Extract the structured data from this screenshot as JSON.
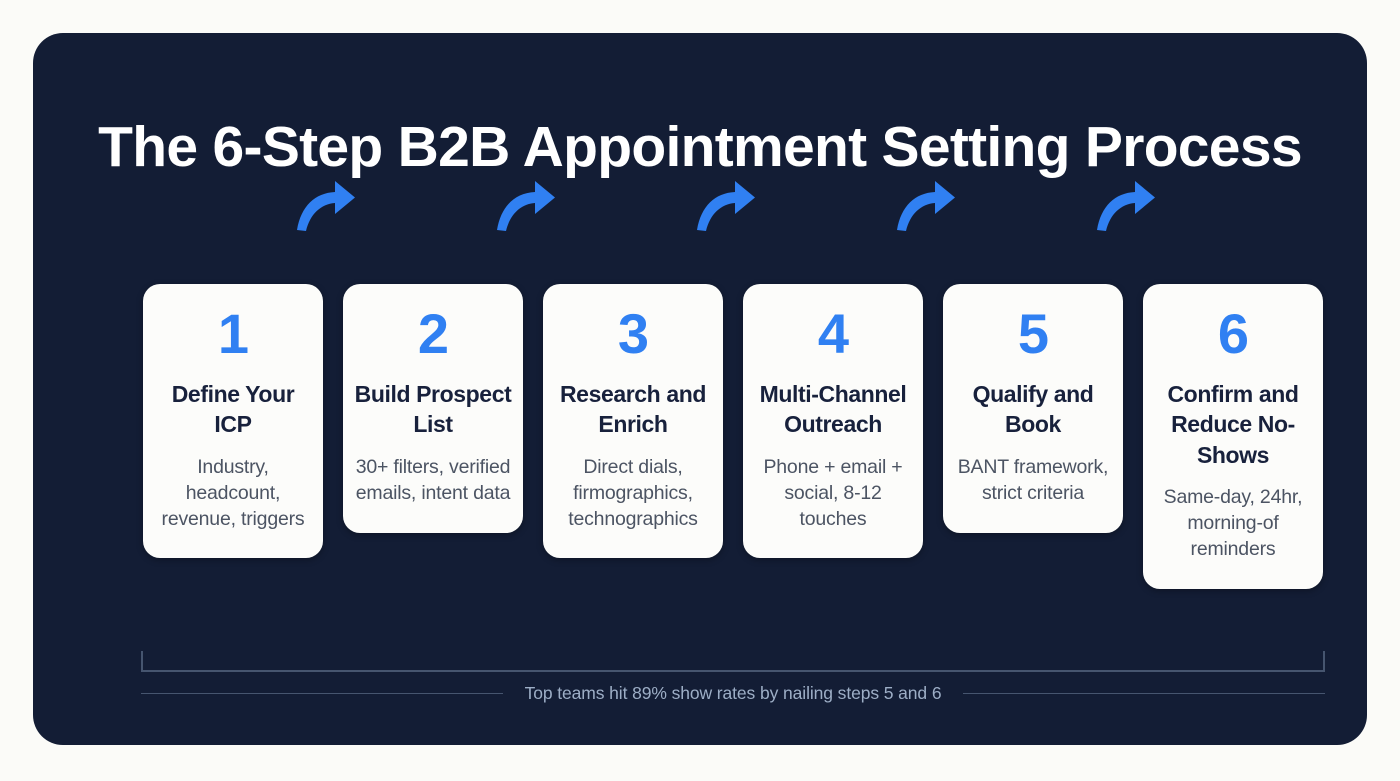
{
  "page": {
    "background_color": "#FBFBF8",
    "panel_color": "#131D35",
    "accent_color": "#3080F2",
    "card_color": "#FCFCFA",
    "heading_color": "#18213C",
    "detail_color": "#4C5463",
    "caption_color": "#9DAEC6"
  },
  "title": "The 6-Step B2B Appointment Setting Process",
  "steps": [
    {
      "number": "1",
      "heading": "Define Your ICP",
      "detail": "Industry, headcount, revenue, triggers"
    },
    {
      "number": "2",
      "heading": "Build Prospect List",
      "detail": "30+ filters, verified emails, intent data"
    },
    {
      "number": "3",
      "heading": "Research and Enrich",
      "detail": "Direct dials, firmographics, technographics"
    },
    {
      "number": "4",
      "heading": "Multi-Channel Outreach",
      "detail": "Phone + email + social, 8-12 touches"
    },
    {
      "number": "5",
      "heading": "Qualify and Book",
      "detail": "BANT framework, strict criteria"
    },
    {
      "number": "6",
      "heading": "Confirm and Reduce No-Shows",
      "detail": "Same-day, 24hr, morning-of reminders"
    }
  ],
  "connectors": [
    {
      "icon": "curved-arrow-right-icon"
    },
    {
      "icon": "curved-arrow-right-icon"
    },
    {
      "icon": "curved-arrow-right-icon"
    },
    {
      "icon": "curved-arrow-right-icon"
    },
    {
      "icon": "curved-arrow-right-icon"
    }
  ],
  "footer": {
    "caption": "Top teams hit 89% show rates by nailing steps 5 and 6",
    "bracket_icon": "span-bracket-icon"
  }
}
